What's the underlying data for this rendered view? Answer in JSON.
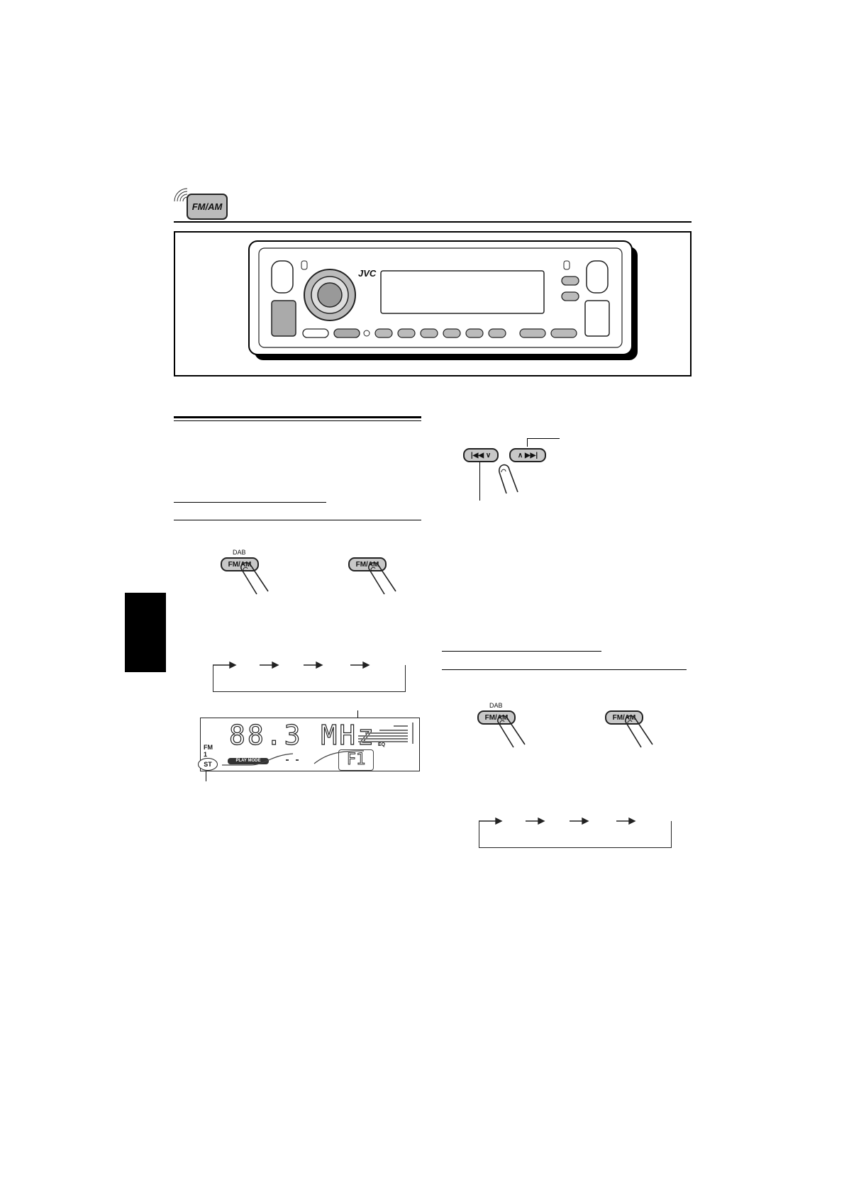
{
  "header": {
    "badge_label": "FM/AM",
    "brand": "JVC"
  },
  "left_column": {
    "dab_label": "DAB",
    "button_1_label": "FM/AM",
    "button_2_label": "FM/AM",
    "display": {
      "frequency": "88.3 MHz",
      "band_line1": "FM",
      "band_line2": "1",
      "preset": "F1",
      "stereo_indicator": "ST",
      "play_mode": "PLAY MODE",
      "eq_label": "EQ"
    }
  },
  "right_column": {
    "dab_label": "DAB",
    "button_1_label": "FM/AM",
    "button_2_label": "FM/AM",
    "seek_down_label": "|◀◀ ∨",
    "seek_up_label": "∧ ▶▶|"
  }
}
